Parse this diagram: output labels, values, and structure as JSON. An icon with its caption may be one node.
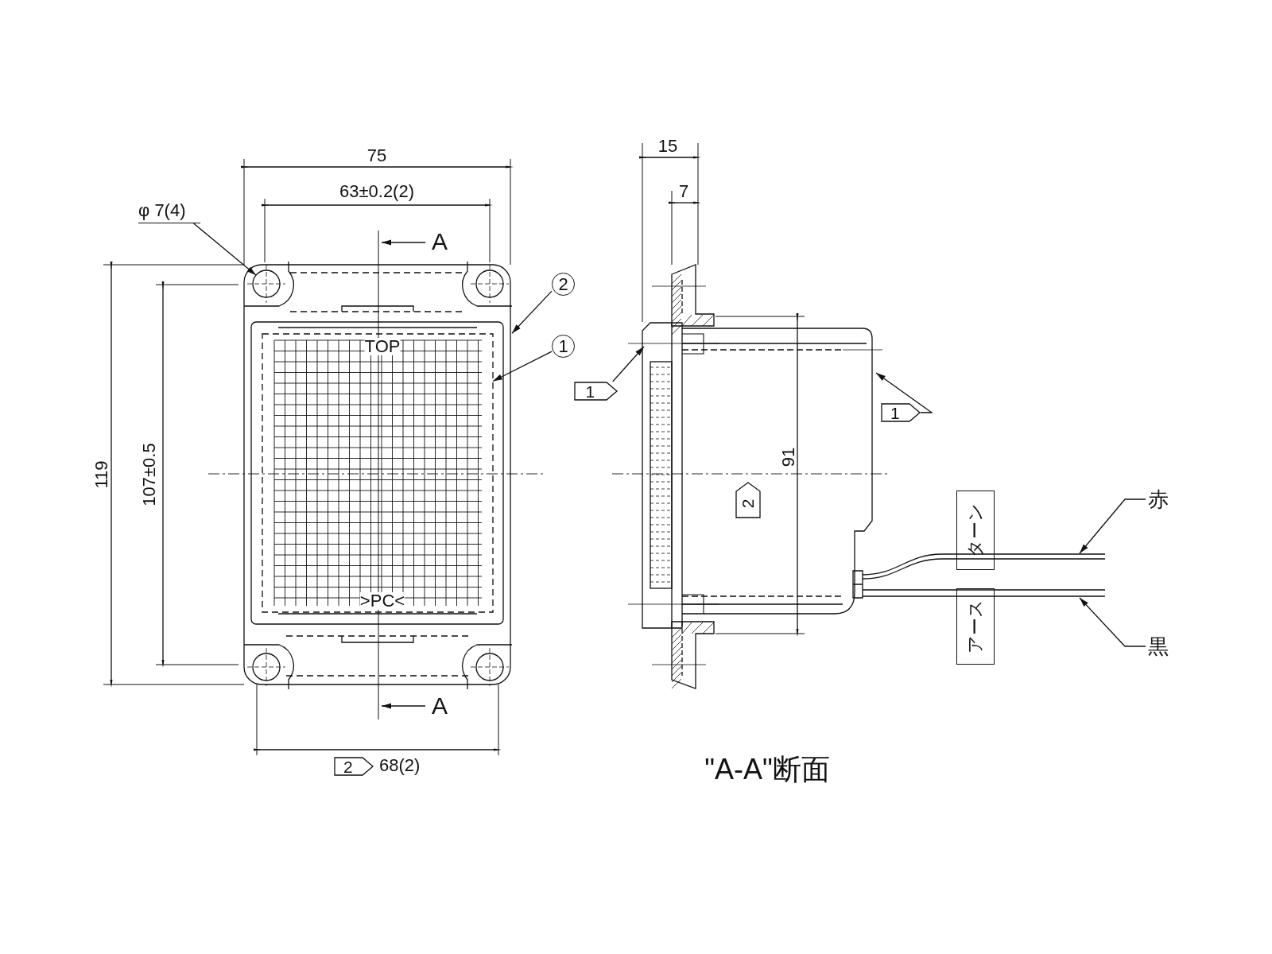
{
  "diagram": {
    "nodes": [
      {
        "text": [
          "φ 7(4)"
        ]
      },
      {
        "text": [],
        "shape": "box"
      },
      {
        "text": [],
        "shape": "circle",
        "in": 1
      },
      {
        "text": [],
        "shape": "box",
        "in": 1
      },
      {
        "text": [
          "2"
        ]
      },
      {
        "text": [
          "1"
        ]
      },
      {
        "text": [
          "1"
        ]
      },
      {
        "text": [
          "1"
        ]
      },
      {
        "text": [
          "2"
        ]
      },
      {
        "text": [
          "2"
        ],
        "beside": [
          "68(2)"
        ]
      },
      {
        "text": [
          "ターン"
        ]
      },
      {
        "text": [
          "アース"
        ]
      },
      {
        "text": [
          "赤"
        ]
      },
      {
        "text": [
          "黒"
        ]
      }
    ],
    "edges": [
      {
        "from": 0,
        "to": 2,
        "arrow": "to"
      },
      {
        "from": 4,
        "to": 1,
        "arrow": "to"
      },
      {
        "from": 5,
        "to": 3,
        "arrow": "to"
      },
      {
        "from": 6,
        "to": null,
        "arrow": "to"
      },
      {
        "from": 7,
        "to": null,
        "arrow": "to"
      },
      {
        "from": 12,
        "to": null,
        "arrow": "to"
      },
      {
        "from": 13,
        "to": null,
        "arrow": "to"
      }
    ],
    "labels": [
      "75",
      "63±0.2(2)",
      "A",
      "119",
      "107±0.5",
      "TOP",
      ">PC<",
      "A",
      "15",
      "7",
      "91",
      "\"A-A\"断面"
    ]
  }
}
